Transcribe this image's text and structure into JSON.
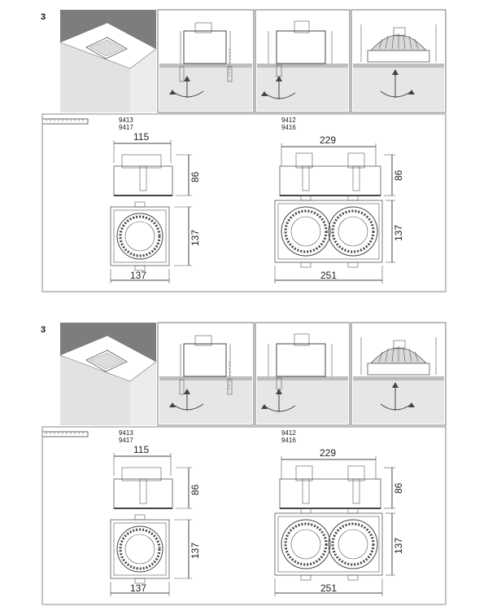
{
  "colors": {
    "line": "#444444",
    "panel_border": "#888888",
    "ceiling": "#7d7d7d",
    "wall": "#e6e6e6",
    "frame": "#bdbdbd"
  },
  "sheets": [
    {
      "step_number": "3",
      "single_models": [
        "9413",
        "9417"
      ],
      "double_models": [
        "9412",
        "9416"
      ],
      "single_width": "115",
      "single_height": "86",
      "single_front_height": "137",
      "single_front_width": "137",
      "double_width": "229",
      "double_height": "86",
      "double_front_height": "137",
      "double_front_width": "251"
    },
    {
      "step_number": "3",
      "single_models": [
        "9413",
        "9417"
      ],
      "double_models": [
        "9412",
        "9416"
      ],
      "single_width": "115",
      "single_height": "86",
      "single_front_height": "137",
      "single_front_width": "137",
      "double_width": "229",
      "double_height": "86",
      "double_front_height": "137",
      "double_front_width": "251"
    }
  ]
}
